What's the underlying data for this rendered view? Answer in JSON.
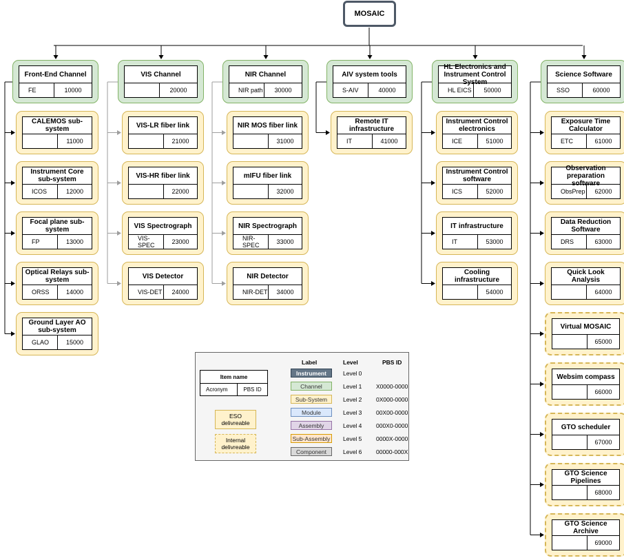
{
  "root": {
    "name": "MOSAIC"
  },
  "channels": [
    {
      "name": "Front-End Channel",
      "acronym": "FE",
      "pbs": "10000",
      "children": [
        {
          "name": "CALEMOS sub-system",
          "acronym": "",
          "pbs": "11000",
          "style": "eso"
        },
        {
          "name": "Instrument Core sub-system",
          "acronym": "ICOS",
          "pbs": "12000",
          "style": "eso"
        },
        {
          "name": "Focal plane sub-system",
          "acronym": "FP",
          "pbs": "13000",
          "style": "eso"
        },
        {
          "name": "Optical Relays sub-system",
          "acronym": "ORSS",
          "pbs": "14000",
          "style": "eso"
        },
        {
          "name": "Ground Layer AO sub-system",
          "acronym": "GLAO",
          "pbs": "15000",
          "style": "eso"
        }
      ]
    },
    {
      "name": "VIS Channel",
      "acronym": "",
      "pbs": "20000",
      "children": [
        {
          "name": "VIS-LR fiber link",
          "acronym": "",
          "pbs": "21000",
          "style": "eso"
        },
        {
          "name": "VIS-HR fiber link",
          "acronym": "",
          "pbs": "22000",
          "style": "eso"
        },
        {
          "name": "VIS Spectrograph",
          "acronym": "VIS-SPEC",
          "pbs": "23000",
          "style": "eso"
        },
        {
          "name": "VIS Detector",
          "acronym": "VIS-DET",
          "pbs": "24000",
          "style": "eso"
        }
      ]
    },
    {
      "name": "NIR Channel",
      "acronym": "NIR path",
      "pbs": "30000",
      "children": [
        {
          "name": "NIR MOS fiber link",
          "acronym": "",
          "pbs": "31000",
          "style": "eso"
        },
        {
          "name": "mIFU fiber link",
          "acronym": "",
          "pbs": "32000",
          "style": "eso"
        },
        {
          "name": "NIR Spectrograph",
          "acronym": "NIR-SPEC",
          "pbs": "33000",
          "style": "eso"
        },
        {
          "name": "NIR Detector",
          "acronym": "NIR-DET",
          "pbs": "34000",
          "style": "eso"
        }
      ]
    },
    {
      "name": "AIV system tools",
      "acronym": "S-AIV",
      "pbs": "40000",
      "children": [
        {
          "name": "Remote IT infrastructure",
          "acronym": "IT",
          "pbs": "41000",
          "style": "eso"
        }
      ]
    },
    {
      "name": "HL  Electronics and Instrument Control System",
      "acronym": "HL EICS",
      "pbs": "50000",
      "children": [
        {
          "name": "Instrument Control electronics",
          "acronym": "ICE",
          "pbs": "51000",
          "style": "eso"
        },
        {
          "name": "Instrument Control software",
          "acronym": "ICS",
          "pbs": "52000",
          "style": "eso"
        },
        {
          "name": "IT infrastructure",
          "acronym": "IT",
          "pbs": "53000",
          "style": "eso"
        },
        {
          "name": "Cooling infrastructure",
          "acronym": "",
          "pbs": "54000",
          "style": "eso"
        }
      ]
    },
    {
      "name": "Science Software",
      "acronym": "SSO",
      "pbs": "60000",
      "children": [
        {
          "name": "Exposure Time Calculator",
          "acronym": "ETC",
          "pbs": "61000",
          "style": "eso"
        },
        {
          "name": "Observation preparation software",
          "acronym": "ObsPrep",
          "pbs": "62000",
          "style": "eso"
        },
        {
          "name": "Data Reduction Software",
          "acronym": "DRS",
          "pbs": "63000",
          "style": "eso"
        },
        {
          "name": "Quick Look Analysis",
          "acronym": "",
          "pbs": "64000",
          "style": "eso"
        },
        {
          "name": "Virtual MOSAIC",
          "acronym": "",
          "pbs": "65000",
          "style": "internal"
        },
        {
          "name": "Websim compass",
          "acronym": "",
          "pbs": "66000",
          "style": "internal"
        },
        {
          "name": "GTO scheduler",
          "acronym": "",
          "pbs": "67000",
          "style": "internal"
        },
        {
          "name": "GTO Science Pipelines",
          "acronym": "",
          "pbs": "68000",
          "style": "internal"
        },
        {
          "name": "GTO Science Archive",
          "acronym": "",
          "pbs": "69000",
          "style": "internal"
        }
      ]
    }
  ],
  "legend": {
    "sample": {
      "name": "Item name",
      "acronym": "Acronym",
      "pbs": "PBS ID"
    },
    "eso_label": "ESO delivreable",
    "internal_label": "Internal delivreable",
    "headers": {
      "label": "Label",
      "level": "Level",
      "pbs": "PBS ID"
    },
    "rows": [
      {
        "label": "Instrument",
        "level": "Level 0",
        "pbs": "",
        "fill": "#647687",
        "stroke": "#314354",
        "text": "#ffffff"
      },
      {
        "label": "Channel",
        "level": "Level 1",
        "pbs": "X0000-0000",
        "fill": "#d5e8d4",
        "stroke": "#82b366",
        "text": "#333333"
      },
      {
        "label": "Sub-System",
        "level": "Level 2",
        "pbs": "0X000-0000",
        "fill": "#fff2cc",
        "stroke": "#d6b656",
        "text": "#333333"
      },
      {
        "label": "Module",
        "level": "Level 3",
        "pbs": "00X00-0000",
        "fill": "#dae8fc",
        "stroke": "#6c8ebf",
        "text": "#333333"
      },
      {
        "label": "Assembly",
        "level": "Level 4",
        "pbs": "000X0-0000",
        "fill": "#e1d5e7",
        "stroke": "#9673a6",
        "text": "#333333"
      },
      {
        "label": "Sub-Assembly",
        "level": "Level 5",
        "pbs": "0000X-0000",
        "fill": "#ffe6cc",
        "stroke": "#d79b00",
        "text": "#333333"
      },
      {
        "label": "Component",
        "level": "Level 6",
        "pbs": "00000-000X",
        "fill": "#d9d9d9",
        "stroke": "#666666",
        "text": "#333333"
      }
    ]
  }
}
